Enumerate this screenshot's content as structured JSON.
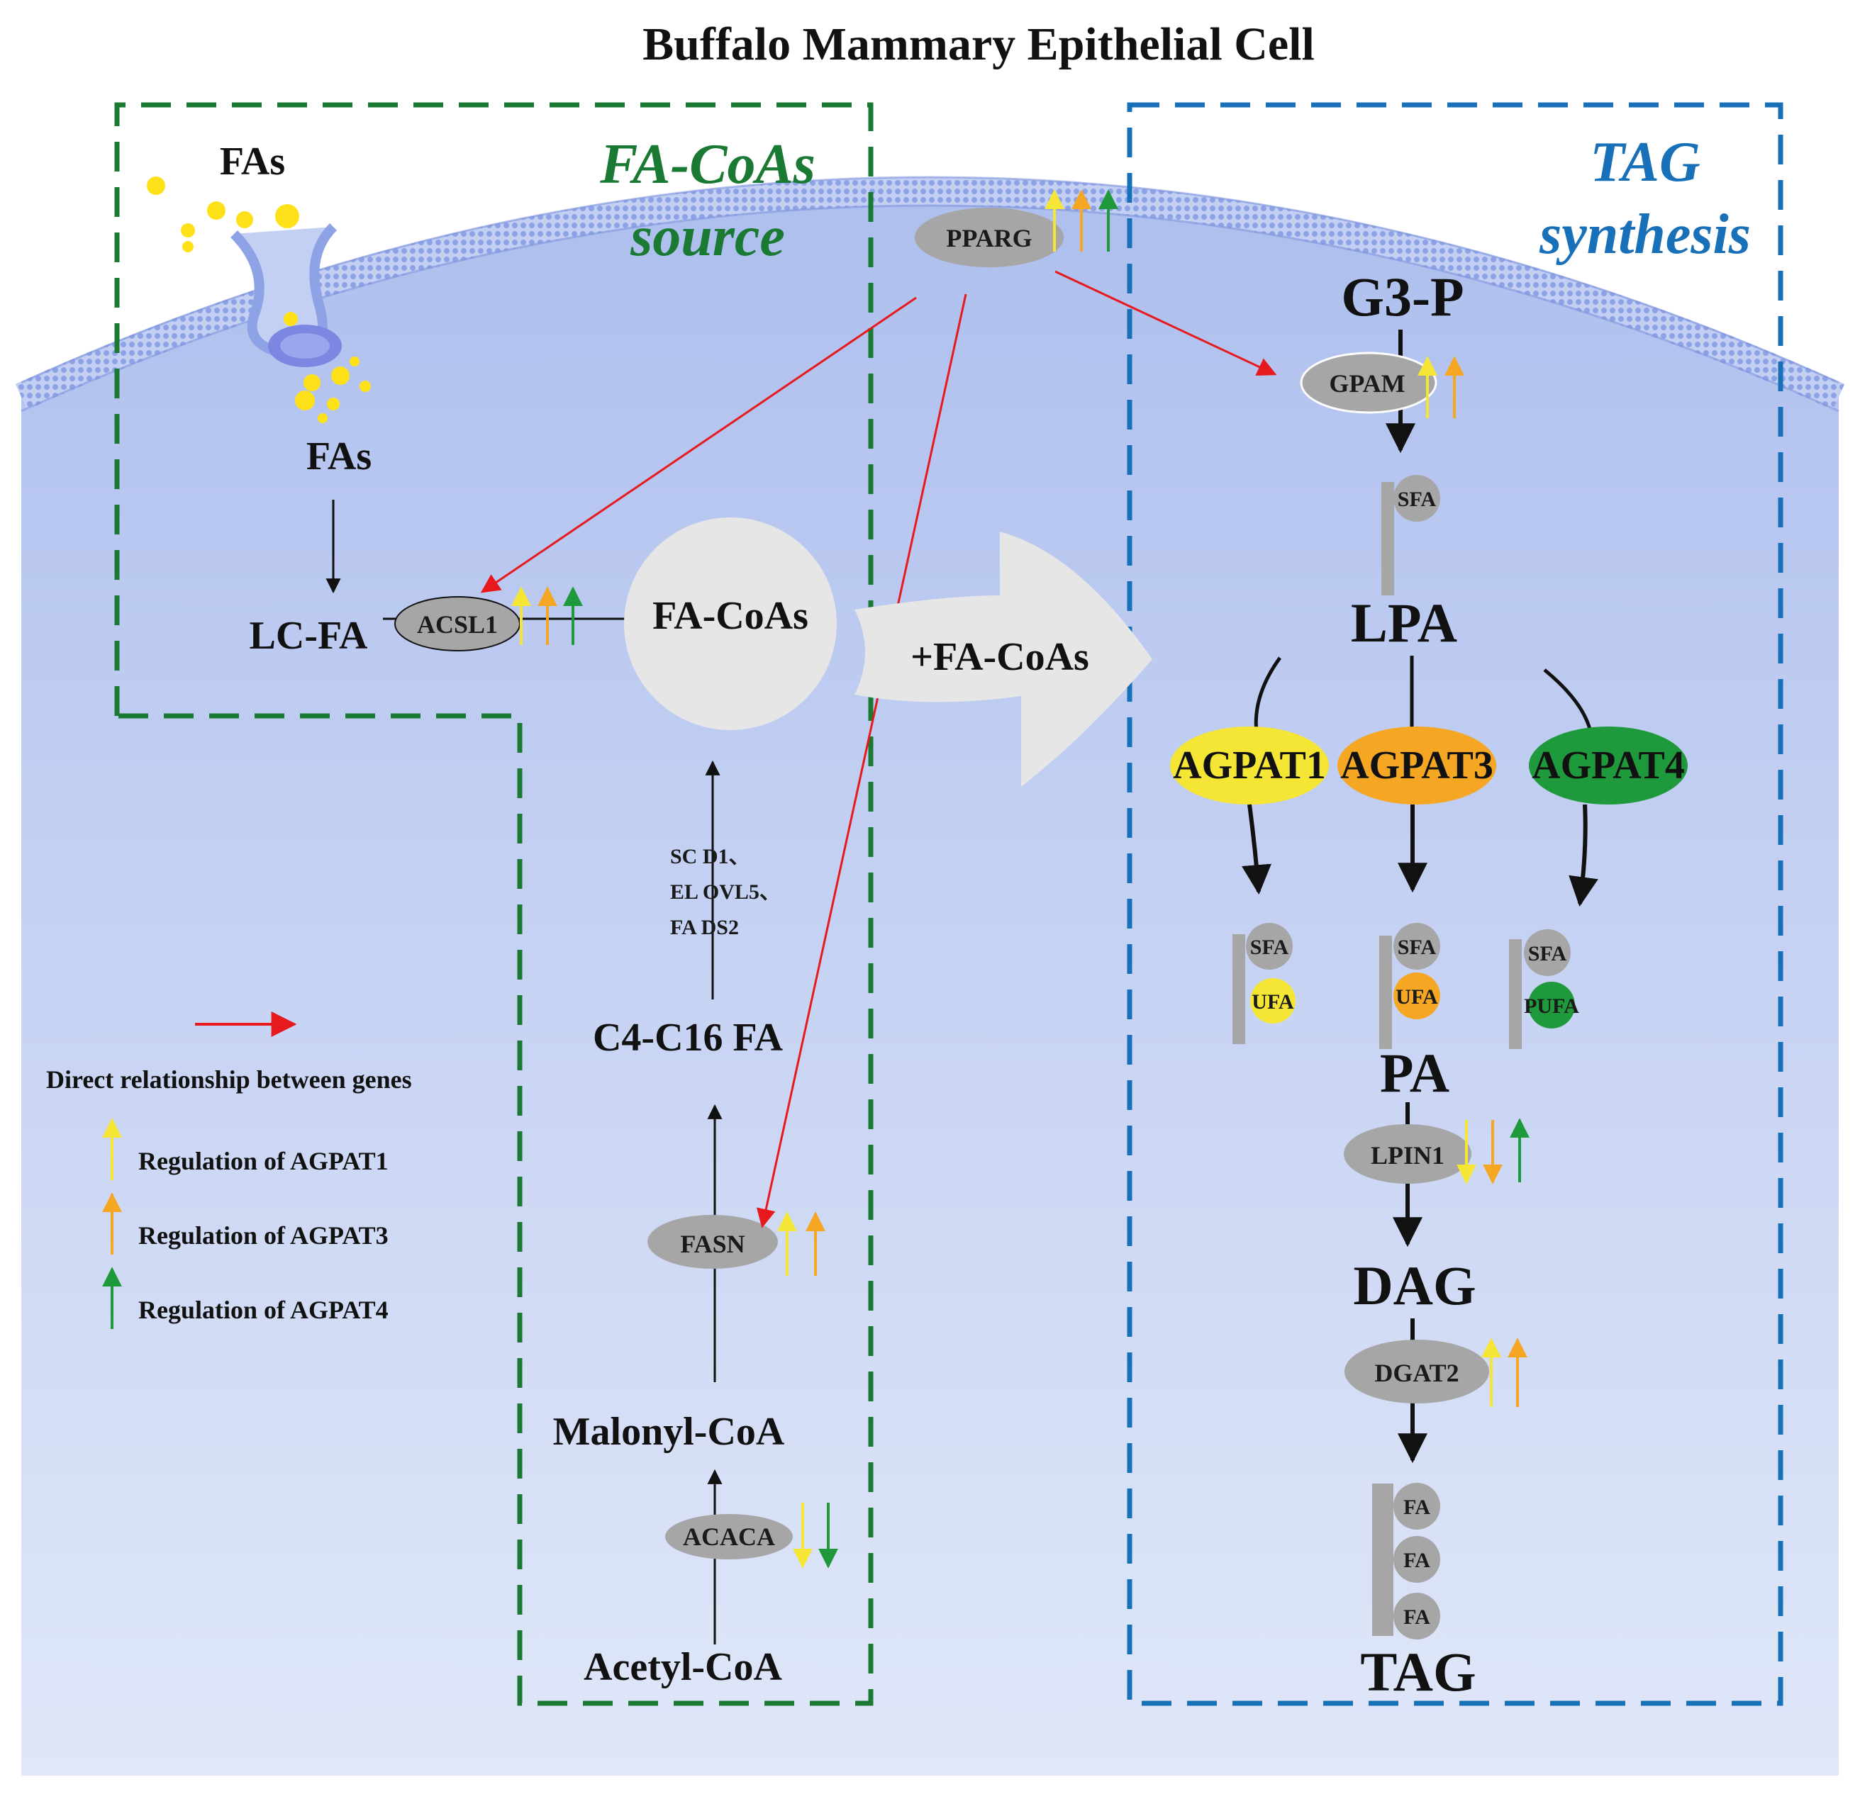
{
  "title": "Buffalo Mammary Epithelial Cell",
  "regions": {
    "fa_coas_source_line1": "FA-CoAs",
    "fa_coas_source_line2": "source",
    "tag_synthesis_line1": "TAG",
    "tag_synthesis_line2": "synthesis"
  },
  "left_pathway": {
    "fas_outside": "FAs",
    "fas_inside": "FAs",
    "lcfa": "LC-FA",
    "acsl1": "ACSL1",
    "fa_coas_pool": "FA-CoAs",
    "desaturase_line1": "SC D1、",
    "desaturase_line2": "EL OVL5、",
    "desaturase_line3": "FA DS2",
    "c4c16": "C4-C16 FA",
    "fasn": "FASN",
    "malonyl": "Malonyl-CoA",
    "acaca": "ACACA",
    "acetyl": "Acetyl-CoA"
  },
  "pparg": "PPARG",
  "transfer_arrow": "+FA-CoAs",
  "right_pathway": {
    "g3p": "G3-P",
    "gpam": "GPAM",
    "sfa_lpa": "SFA",
    "lpa": "LPA",
    "agpat1": "AGPAT1",
    "agpat3": "AGPAT3",
    "agpat4": "AGPAT4",
    "sfa1": "SFA",
    "ufa1": "UFA",
    "sfa2": "SFA",
    "ufa2": "UFA",
    "sfa3": "SFA",
    "pufa3": "PUFA",
    "pa": "PA",
    "lpin1": "LPIN1",
    "dag": "DAG",
    "dgat2": "DGAT2",
    "fa1": "FA",
    "fa2": "FA",
    "fa3": "FA",
    "tag": "TAG"
  },
  "legend": {
    "direct": "Direct relationship between genes",
    "agpat1": "Regulation of AGPAT1",
    "agpat3": "Regulation of AGPAT3",
    "agpat4": "Regulation of AGPAT4"
  },
  "colors": {
    "agpat1_yellow": "#f5e636",
    "agpat3_orange": "#f5a623",
    "agpat4_green": "#1e9a3c",
    "direct_red": "#e8191c",
    "source_box_green": "#1a7a33",
    "tag_box_blue": "#1870b8",
    "enzyme_gray": "#a6a6a6"
  }
}
